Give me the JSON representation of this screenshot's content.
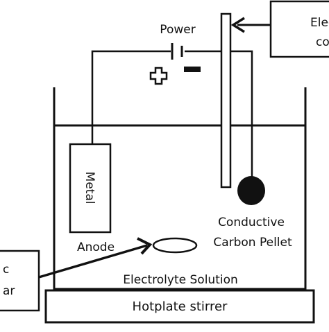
{
  "diagram": {
    "power_label": "Power",
    "plus_symbol": "+",
    "minus_symbol": "−",
    "metal_label": "Metal",
    "anode_label": "Anode",
    "pellet_label_line1": "Conductive",
    "pellet_label_line2": "Carbon Pellet",
    "electrolyte_label": "Electrolyte Solution",
    "hotplate_label": "Hotplate stirrer",
    "top_right_box_line1": "Elec",
    "top_right_box_line2": "co",
    "left_box_line1": "c",
    "left_box_line2": "ar"
  },
  "colors": {
    "stroke": "#111111",
    "background": "#ffffff"
  }
}
